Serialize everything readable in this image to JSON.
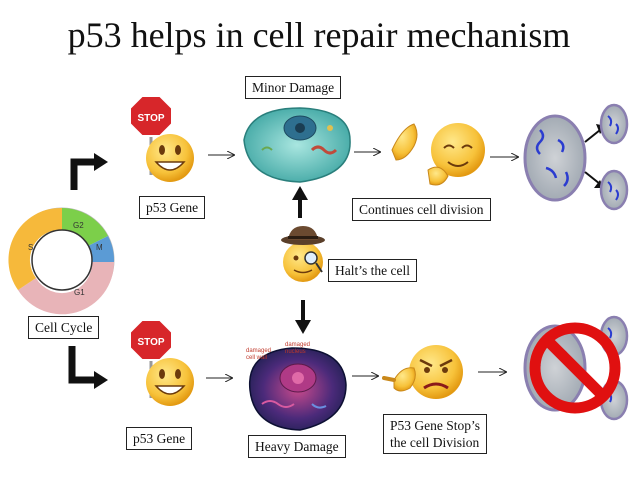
{
  "title": "p53 helps in cell repair mechanism",
  "labels": {
    "minor_damage": "Minor Damage",
    "p53_gene_top": "p53 Gene",
    "continues": "Continues cell division",
    "halts": "Halt’s the cell",
    "cell_cycle": "Cell Cycle",
    "p53_gene_bottom": "p53 Gene",
    "heavy_damage": "Heavy Damage",
    "stops_line1": "P53 Gene Stop’s",
    "stops_line2": "the cell Division"
  },
  "stop_sign_text": "STOP",
  "cycle": {
    "segments": [
      "G2",
      "M",
      "G1",
      "S"
    ],
    "colors": {
      "G2": "#7ccf4a",
      "M": "#5b9bd5",
      "G1": "#e8b4b8",
      "S": "#f6b93b"
    }
  },
  "icons": [
    "stop-sign-icon",
    "smiley-icon",
    "animal-cell-icon",
    "thumbs-up-icon",
    "dividing-cell-icon",
    "detective-icon",
    "damaged-cell-icon",
    "angry-smiley-icon",
    "prohibition-icon"
  ]
}
